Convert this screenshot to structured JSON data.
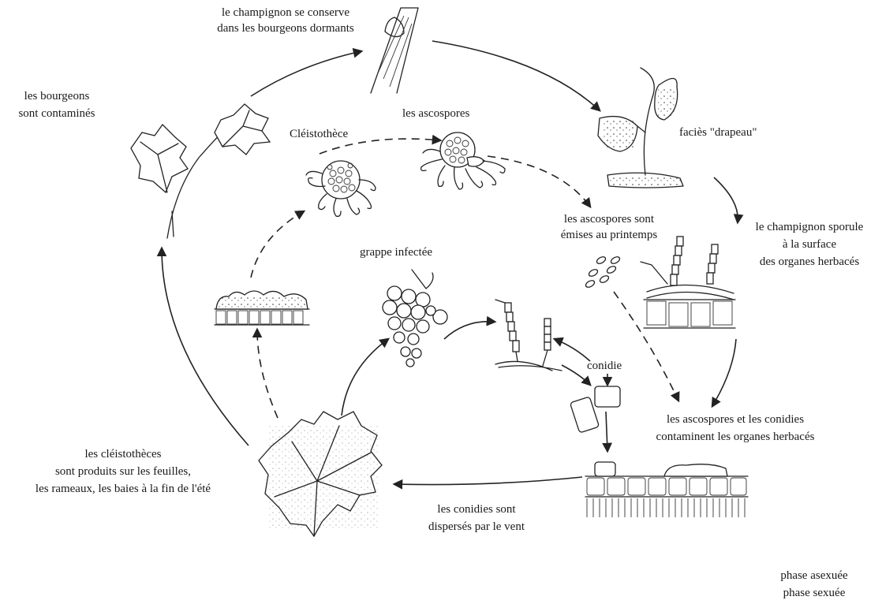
{
  "labels": {
    "buds_conserve_1": "le champignon se conserve",
    "buds_conserve_2": "dans les bourgeons dormants",
    "buds_contaminated_1": "les bourgeons",
    "buds_contaminated_2": "sont contaminés",
    "cleistothecium": "Cléistothèce",
    "ascospores": "les ascospores",
    "flag": "faciès \"drapeau\"",
    "ascospores_emitted_1": "les ascospores sont",
    "ascospores_emitted_2": "émises au printemps",
    "sporulates_1": "le champignon sporule",
    "sporulates_2": "à la surface",
    "sporulates_3": "des organes herbacés",
    "infected_grape": "grappe infectée",
    "conidium": "conidie",
    "contaminate_1": "les ascospores et les conidies",
    "contaminate_2": "contaminent les organes herbacés",
    "cleisto_produced_1": "les cléistothèces",
    "cleisto_produced_2": "sont produits sur les feuilles,",
    "cleisto_produced_3": "les rameaux, les baies à la fin de l'été",
    "conidia_dispersed_1": "les conidies sont",
    "conidia_dispersed_2": "dispersés par le vent"
  },
  "legend": {
    "asexual": "phase asexuée",
    "sexual": "phase sexuée"
  }
}
